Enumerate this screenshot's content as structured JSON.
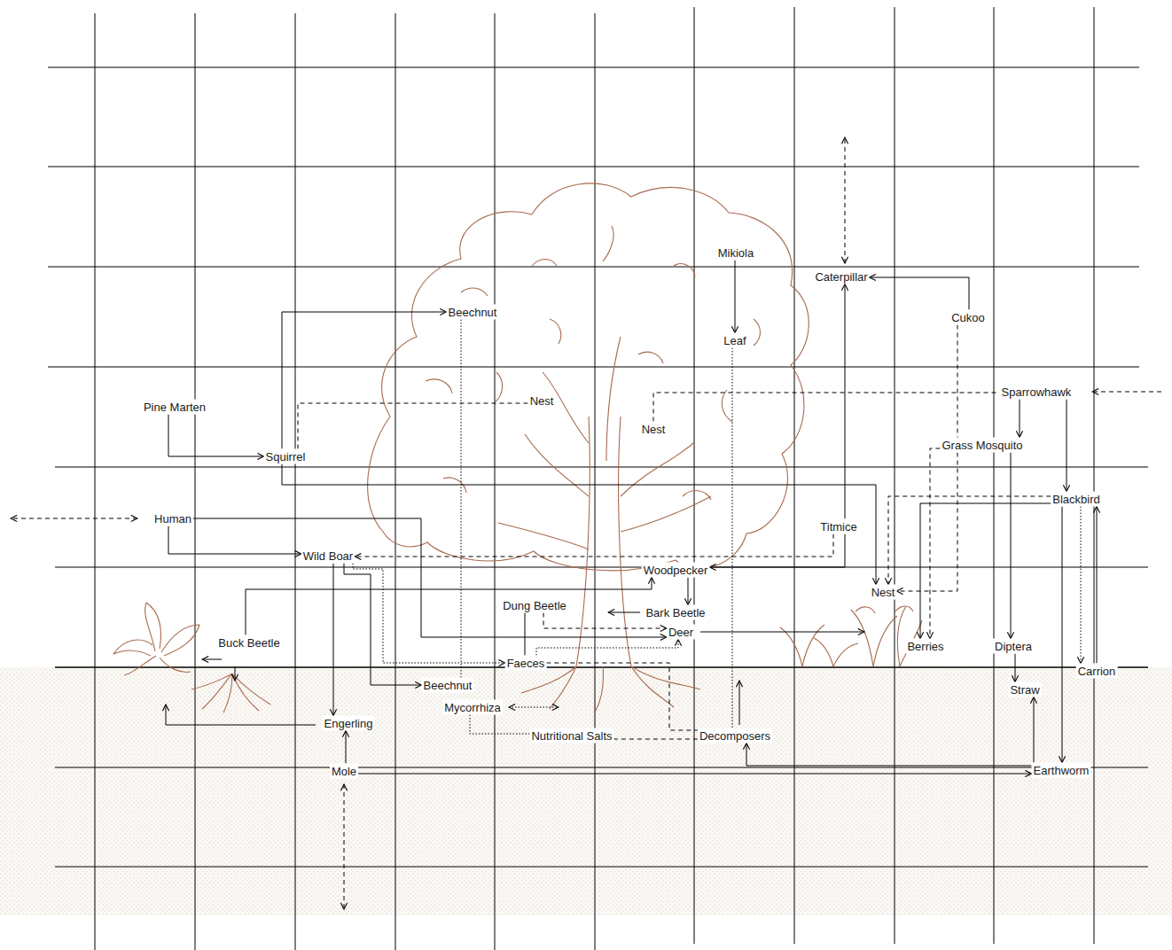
{
  "diagram": {
    "nodes": [
      {
        "text": [
          "Mikiola"
        ]
      },
      {
        "text": [
          "Caterpillar"
        ]
      },
      {
        "text": [
          "Beechnut"
        ]
      },
      {
        "text": [
          "Cukoo"
        ]
      },
      {
        "text": [
          "Leaf"
        ]
      },
      {
        "text": [
          "Sparrowhawk"
        ]
      },
      {
        "text": [
          "Nest"
        ]
      },
      {
        "text": [
          "Pine Marten"
        ]
      },
      {
        "text": [
          "Nest"
        ]
      },
      {
        "text": [
          "Grass Mosquito"
        ]
      },
      {
        "text": [
          "Squirrel"
        ]
      },
      {
        "text": [
          "Blackbird"
        ]
      },
      {
        "text": [
          "Human"
        ]
      },
      {
        "text": [
          "Titmice"
        ]
      },
      {
        "text": [
          "Wild Boar"
        ]
      },
      {
        "text": [
          "Woodpecker"
        ]
      },
      {
        "text": [
          "Nest"
        ]
      },
      {
        "text": [
          "Dung Beetle"
        ]
      },
      {
        "text": [
          "Bark Beetle"
        ]
      },
      {
        "text": [
          "Deer"
        ]
      },
      {
        "text": [
          "Buck Beetle"
        ]
      },
      {
        "text": [
          "Berries"
        ]
      },
      {
        "text": [
          "Diptera"
        ]
      },
      {
        "text": [
          "Faeces"
        ]
      },
      {
        "text": [
          "Carrion"
        ]
      },
      {
        "text": [
          "Beechnut"
        ]
      },
      {
        "text": [
          "Straw"
        ]
      },
      {
        "text": [
          "Mycorrhiza"
        ]
      },
      {
        "text": [
          "Engerling"
        ]
      },
      {
        "text": [
          "Nutritional Salts"
        ]
      },
      {
        "text": [
          "Decomposers"
        ]
      },
      {
        "text": [
          "Mole"
        ]
      },
      {
        "text": [
          "Earthworm"
        ]
      }
    ],
    "edges": [
      {
        "from": 0,
        "to": 4,
        "arrow": "to"
      },
      {
        "from": 3,
        "to": 1,
        "arrow": "to"
      },
      {
        "from": 3,
        "to": 16,
        "arrow": "to"
      },
      {
        "from": 13,
        "to": 1,
        "arrow": "to"
      },
      {
        "from": 10,
        "to": 2,
        "arrow": "to"
      },
      {
        "from": 10,
        "to": 16,
        "arrow": "to"
      },
      {
        "from": 7,
        "to": 10,
        "arrow": "to"
      },
      {
        "from": 10,
        "to": 6,
        "arrow": "none"
      },
      {
        "from": 8,
        "to": 5,
        "arrow": "none"
      },
      {
        "from": 5,
        "to": 9,
        "arrow": "to"
      },
      {
        "from": 5,
        "to": 11,
        "arrow": "to"
      },
      {
        "from": 9,
        "to": 22,
        "arrow": "to"
      },
      {
        "from": 9,
        "to": 21,
        "arrow": "to"
      },
      {
        "from": 11,
        "to": 16,
        "arrow": "to"
      },
      {
        "from": 11,
        "to": 21,
        "arrow": "to"
      },
      {
        "from": 11,
        "to": 32,
        "arrow": "to"
      },
      {
        "from": 11,
        "to": 24,
        "arrow": "to"
      },
      {
        "from": 24,
        "to": 11,
        "arrow": "to"
      },
      {
        "from": 13,
        "to": 15,
        "arrow": "to"
      },
      {
        "from": 13,
        "to": 14,
        "arrow": "to"
      },
      {
        "from": 15,
        "to": 18,
        "arrow": "to"
      },
      {
        "from": 20,
        "to": 15,
        "arrow": "to"
      },
      {
        "from": 12,
        "to": 14,
        "arrow": "to"
      },
      {
        "from": 12,
        "to": 19,
        "arrow": "to"
      },
      {
        "from": 14,
        "to": 28,
        "arrow": "to"
      },
      {
        "from": 14,
        "to": 25,
        "arrow": "to"
      },
      {
        "from": 14,
        "to": 23,
        "arrow": "to"
      },
      {
        "from": 23,
        "to": 19,
        "arrow": "to"
      },
      {
        "from": 17,
        "to": 19,
        "arrow": "to"
      },
      {
        "from": 17,
        "to": 23,
        "arrow": "none"
      },
      {
        "from": 4,
        "to": 30,
        "arrow": "none"
      },
      {
        "from": 30,
        "to": 29,
        "arrow": "none"
      },
      {
        "from": 29,
        "to": 27,
        "arrow": "none"
      },
      {
        "from": 23,
        "to": 30,
        "arrow": "none"
      },
      {
        "from": 32,
        "to": 30,
        "arrow": "to"
      },
      {
        "from": 32,
        "to": 26,
        "arrow": "to"
      },
      {
        "from": 22,
        "to": 26,
        "arrow": "to"
      },
      {
        "from": 31,
        "to": 32,
        "arrow": "to"
      },
      {
        "from": 31,
        "to": 28,
        "arrow": "to"
      },
      {
        "from": 2,
        "to": 25,
        "arrow": "none"
      }
    ]
  }
}
